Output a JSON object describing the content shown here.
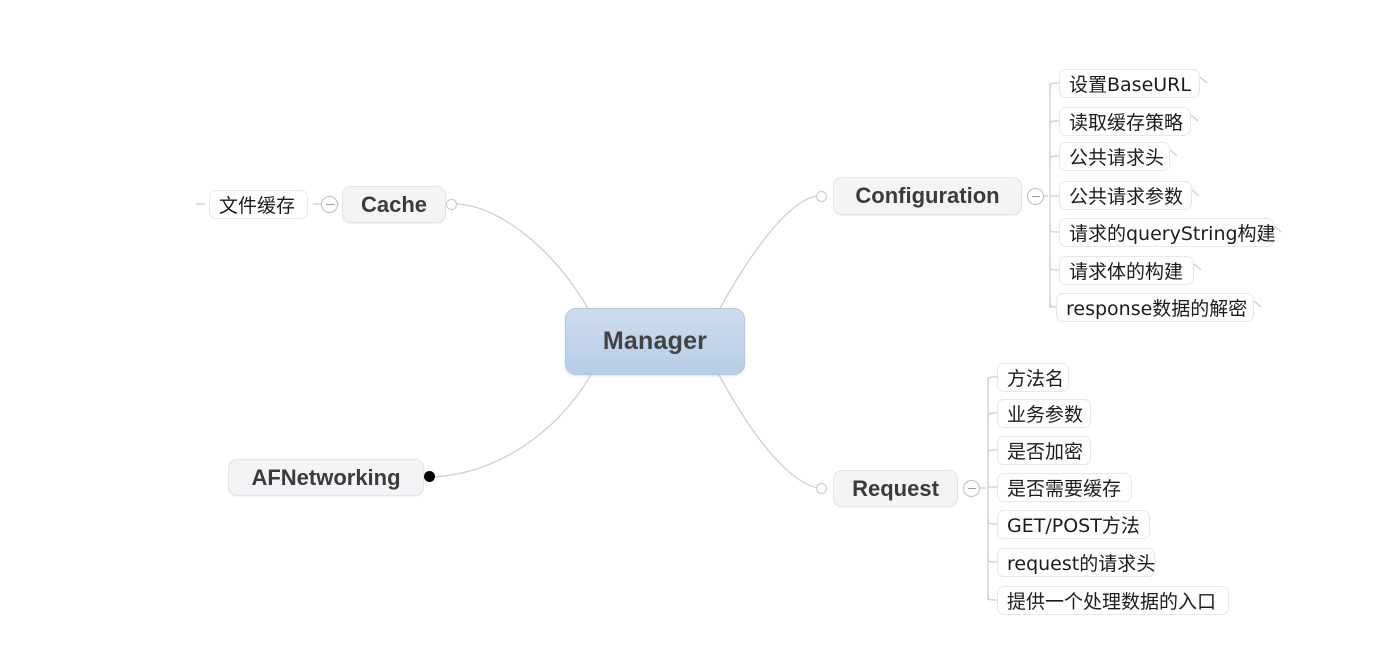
{
  "diagram": {
    "title": "Manager",
    "type": "mind-map",
    "background_color": "#ffffff",
    "root_color": "#c3d5ea",
    "branch_line_color": "#cfcfcf"
  },
  "root": {
    "label": "Manager"
  },
  "branches": [
    {
      "id": "cache",
      "label": "Cache",
      "side": "left",
      "connector": "hollow-circle",
      "toggle": "minus",
      "children": [
        {
          "label": "文件缓存"
        }
      ]
    },
    {
      "id": "afnetworking",
      "label": "AFNetworking",
      "side": "left",
      "connector": "filled-dot",
      "toggle": null,
      "children": []
    },
    {
      "id": "configuration",
      "label": "Configuration",
      "side": "right",
      "connector": "hollow-circle",
      "toggle": "minus",
      "children": [
        {
          "label": "设置BaseURL"
        },
        {
          "label": "读取缓存策略"
        },
        {
          "label": "公共请求头"
        },
        {
          "label": "公共请求参数"
        },
        {
          "label": "请求的queryString构建"
        },
        {
          "label": "请求体的构建"
        },
        {
          "label": "response数据的解密"
        }
      ]
    },
    {
      "id": "request",
      "label": "Request",
      "side": "right",
      "connector": "hollow-circle",
      "toggle": "minus",
      "children": [
        {
          "label": "方法名"
        },
        {
          "label": "业务参数"
        },
        {
          "label": "是否加密"
        },
        {
          "label": "是否需要缓存"
        },
        {
          "label": "GET/POST方法"
        },
        {
          "label": "request的请求头"
        },
        {
          "label": "提供一个处理数据的入口"
        }
      ]
    }
  ]
}
